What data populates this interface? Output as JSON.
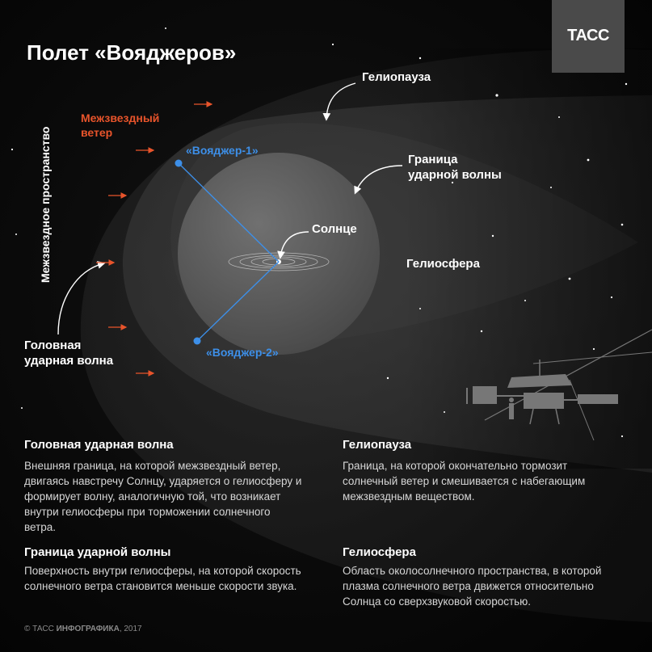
{
  "header": {
    "title": "Полет «Вояджеров»",
    "logo_text": "ТАСС"
  },
  "diagram": {
    "interstellar_space": "Межзвездное пространство",
    "interstellar_wind_line1": "Межзвездный",
    "interstellar_wind_line2": "ветер",
    "heliopause": "Гелиопауза",
    "termination_shock_line1": "Граница",
    "termination_shock_line2": "ударной волны",
    "sun": "Солнце",
    "heliosphere": "Гелиосфера",
    "voyager1": "«Вояджер-1»",
    "voyager2": "«Вояджер-2»",
    "bow_shock_line1": "Головная",
    "bow_shock_line2": "ударная волна",
    "colors": {
      "wind_orange": "#e8542b",
      "probe_blue": "#3d8fe8"
    }
  },
  "descriptions": {
    "bow_shock": {
      "heading": "Головная ударная волна",
      "body": "Внешняя граница, на которой межзвездный ветер, двигаясь навстречу Солнцу, ударяется о гелиосферу и формирует волну, аналогичную той, что возникает внутри гелиосферы при торможении солнечного ветра."
    },
    "heliopause": {
      "heading": "Гелиопауза",
      "body": "Граница, на которой окончательно тормозит солнечный ветер и смешивается с набегающим межзвездным веществом."
    },
    "termination_shock": {
      "heading": "Граница ударной волны",
      "body": "Поверхность внутри гелиосферы, на которой скорость солнечного ветра становится меньше скорости звука."
    },
    "heliosphere": {
      "heading": "Гелиосфера",
      "body": "Область околосолнечного пространства, в которой плазма солнечного ветра движется относительно Солнца со сверхзвуковой скоростью."
    }
  },
  "footer": {
    "copyright": "© ТАСС",
    "brand": "ИНФОГРАФИКА",
    "year": ", 2017"
  }
}
